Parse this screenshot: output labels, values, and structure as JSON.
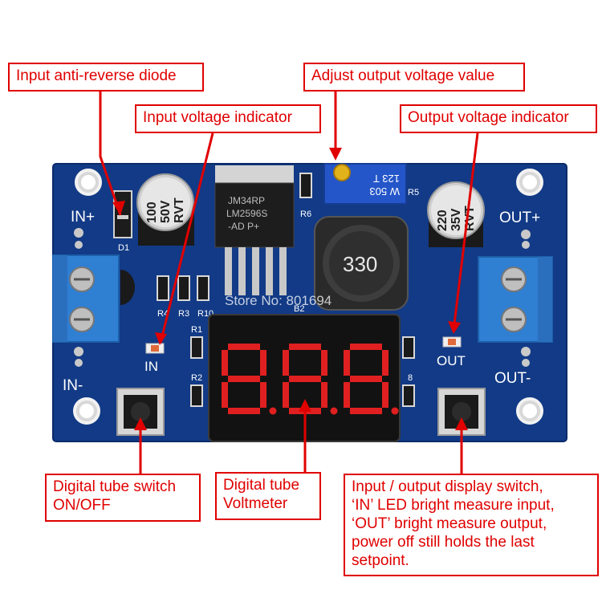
{
  "callouts": {
    "anti_reverse_diode": "Input anti-reverse diode",
    "adjust_voltage": "Adjust output voltage value",
    "input_indicator": "Input voltage indicator",
    "output_indicator": "Output voltage indicator",
    "tube_switch": [
      "Digital tube switch",
      "ON/OFF"
    ],
    "voltmeter": [
      "Digital tube",
      "Voltmeter"
    ],
    "io_switch": [
      "Input / output display switch,",
      "‘IN’  LED bright measure input,",
      "‘OUT’   bright measure output,",
      "power off still holds the last",
      "setpoint."
    ]
  },
  "board": {
    "in_plus": "IN+",
    "in_minus": "IN-",
    "out_plus": "OUT+",
    "out_minus": "OUT-",
    "in_led_label": "IN",
    "out_led_label": "OUT",
    "d1": "D1",
    "r3": "R3",
    "r4": "R4",
    "r10": "R10",
    "r1": "R1",
    "r2": "R2",
    "r5": "R5",
    "r6": "R6",
    "r8": "8",
    "b2": "B2",
    "watermark": "Store No: 801694",
    "cap_left": [
      "100",
      "50V",
      "RVT"
    ],
    "cap_right": [
      "220",
      "35V",
      "RVT"
    ],
    "regulator": [
      "JM34RP",
      "LM2596S",
      "-AD   P+"
    ],
    "inductor": "330",
    "pot": [
      "W  503",
      "123  T"
    ],
    "display_digits": "8.8.8."
  },
  "colors": {
    "callout": "#e00000",
    "pcb": "#123a86",
    "terminal": "#2f7fd3",
    "digit": "#e02020"
  }
}
